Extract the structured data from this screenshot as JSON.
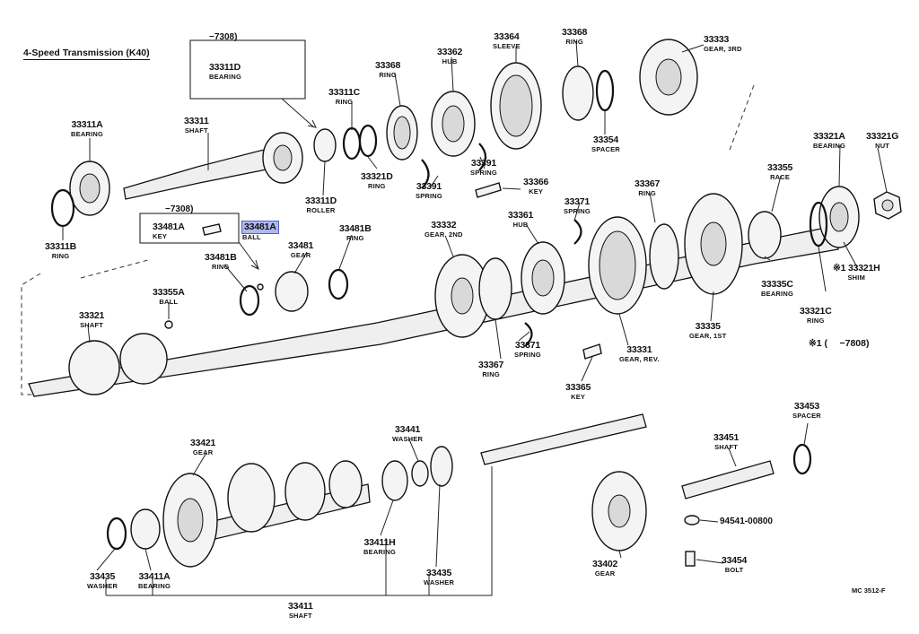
{
  "diagram": {
    "title": "4-Speed Transmission (K40)",
    "code": "MC 3512-F",
    "note": "※1 (   −7808)",
    "box_ranges": [
      "−7308)",
      "−7308)"
    ],
    "loose_number": "94541-00800",
    "labels": [
      {
        "num": "33311D",
        "name": "BEARING"
      },
      {
        "num": "33311A",
        "name": "BEARING"
      },
      {
        "num": "33311",
        "name": "SHAFT"
      },
      {
        "num": "33311C",
        "name": "RING"
      },
      {
        "num": "33368",
        "name": "RING"
      },
      {
        "num": "33362",
        "name": "HUB"
      },
      {
        "num": "33364",
        "name": "SLEEVE"
      },
      {
        "num": "33368",
        "name": "RING"
      },
      {
        "num": "33333",
        "name": "GEAR, 3RD"
      },
      {
        "num": "33354",
        "name": "SPACER"
      },
      {
        "num": "33391",
        "name": "SPRING"
      },
      {
        "num": "33391",
        "name": "SPRING"
      },
      {
        "num": "33321D",
        "name": "RING"
      },
      {
        "num": "33311D",
        "name": "ROLLER"
      },
      {
        "num": "33366",
        "name": "KEY"
      },
      {
        "num": "33311B",
        "name": "RING"
      },
      {
        "num": "33481A",
        "name": "KEY"
      },
      {
        "num": "33481A",
        "name": "BALL"
      },
      {
        "num": "33481",
        "name": "GEAR"
      },
      {
        "num": "33481B",
        "name": "RING"
      },
      {
        "num": "33481B",
        "name": "RING"
      },
      {
        "num": "33355A",
        "name": "BALL"
      },
      {
        "num": "33321",
        "name": "SHAFT"
      },
      {
        "num": "33332",
        "name": "GEAR, 2ND"
      },
      {
        "num": "33361",
        "name": "HUB"
      },
      {
        "num": "33371",
        "name": "SPRING"
      },
      {
        "num": "33367",
        "name": "RING"
      },
      {
        "num": "33355",
        "name": "RACE"
      },
      {
        "num": "33321A",
        "name": "BEARING"
      },
      {
        "num": "33321G",
        "name": "NUT"
      },
      {
        "num": "※1 33321H",
        "name": "SHIM"
      },
      {
        "num": "33335C",
        "name": "BEARING"
      },
      {
        "num": "33321C",
        "name": "RING"
      },
      {
        "num": "33335",
        "name": "GEAR, 1ST"
      },
      {
        "num": "33331",
        "name": "GEAR, REV."
      },
      {
        "num": "33371",
        "name": "SPRING"
      },
      {
        "num": "33367",
        "name": "RING"
      },
      {
        "num": "33365",
        "name": "KEY"
      },
      {
        "num": "33421",
        "name": "GEAR"
      },
      {
        "num": "33441",
        "name": "WASHER"
      },
      {
        "num": "33453",
        "name": "SPACER"
      },
      {
        "num": "33451",
        "name": "SHAFT"
      },
      {
        "num": "33435",
        "name": "WASHER"
      },
      {
        "num": "33411A",
        "name": "BEARING"
      },
      {
        "num": "33411H",
        "name": "BEARING"
      },
      {
        "num": "33435",
        "name": "WASHER"
      },
      {
        "num": "33411",
        "name": "SHAFT"
      },
      {
        "num": "33402",
        "name": "GEAR"
      },
      {
        "num": "33454",
        "name": "BOLT"
      }
    ]
  }
}
